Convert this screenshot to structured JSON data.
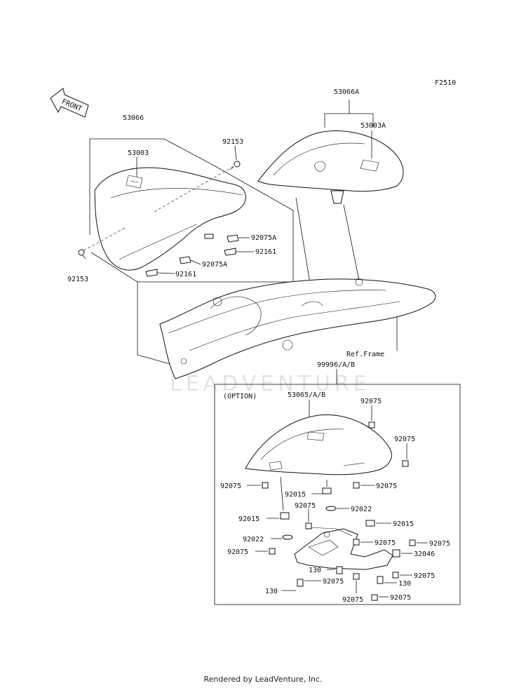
{
  "figure_id": "F2510",
  "front_arrow_text": "FRONT",
  "watermark": "LEADVENTURE",
  "labels": {
    "p53066": "53066",
    "p53003": "53003",
    "p92153_top": "92153",
    "p92153_left": "92153",
    "p92075a_1": "92075A",
    "p92161_1": "92161",
    "p92075a_2": "92075A",
    "p92161_2": "92161",
    "p53066a": "53066A",
    "p53003a": "53003A",
    "ref_frame": "Ref.Frame",
    "p99996": "99996/A/B",
    "option": "(OPTION)",
    "p53065": "53065/A/B",
    "p92075_a": "92075",
    "p92075_b": "92075",
    "p92075_c": "92075",
    "p92075_d": "92075",
    "p92015_a": "92015",
    "p92075_e": "92075",
    "p92022_a": "92022",
    "p92015_b": "92015",
    "p92015_c": "92015",
    "p92022_b": "92022",
    "p92075_f": "92075",
    "p92075_g": "92075",
    "p92075_h": "92075",
    "p32046": "32046",
    "p130_a": "130",
    "p92075_i": "92075",
    "p130_b": "130",
    "p92075_j": "92075",
    "p130_c": "130",
    "p92075_k": "92075",
    "p92075_l": "92075"
  },
  "footer": "Rendered by LeadVenture, Inc."
}
